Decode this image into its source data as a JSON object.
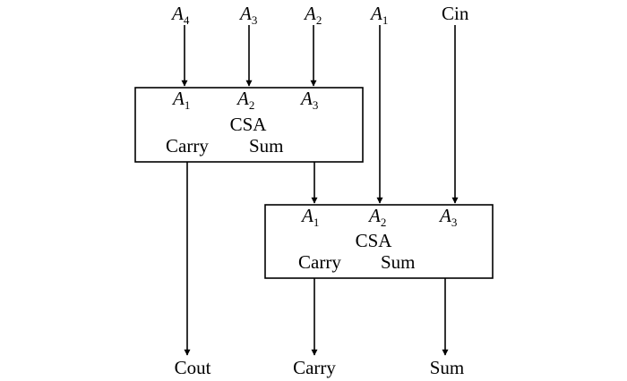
{
  "diagram": {
    "inputs": [
      {
        "base": "A",
        "sub": "4"
      },
      {
        "base": "A",
        "sub": "3"
      },
      {
        "base": "A",
        "sub": "2"
      },
      {
        "base": "A",
        "sub": "1"
      },
      {
        "base": "Cin",
        "sub": ""
      }
    ],
    "csa1": {
      "title": "CSA",
      "ports": [
        {
          "base": "A",
          "sub": "1"
        },
        {
          "base": "A",
          "sub": "2"
        },
        {
          "base": "A",
          "sub": "3"
        }
      ],
      "carry": "Carry",
      "sum": "Sum"
    },
    "csa2": {
      "title": "CSA",
      "ports": [
        {
          "base": "A",
          "sub": "1"
        },
        {
          "base": "A",
          "sub": "2"
        },
        {
          "base": "A",
          "sub": "3"
        }
      ],
      "carry": "Carry",
      "sum": "Sum"
    },
    "outputs": {
      "cout": "Cout",
      "carry": "Carry",
      "sum": "Sum"
    }
  }
}
